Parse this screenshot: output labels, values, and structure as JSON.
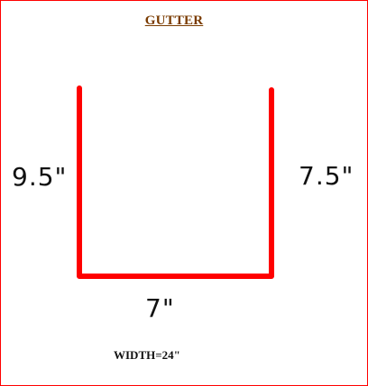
{
  "title": "GUTTER",
  "left_dimension": "9.5\"",
  "right_dimension": "7.5\"",
  "bottom_dimension": "7\"",
  "width_note": "WIDTH=24\"",
  "colors": {
    "profile_line": "#ff0000",
    "frame_border": "#ff0000",
    "title_text": "#7a3b00"
  }
}
